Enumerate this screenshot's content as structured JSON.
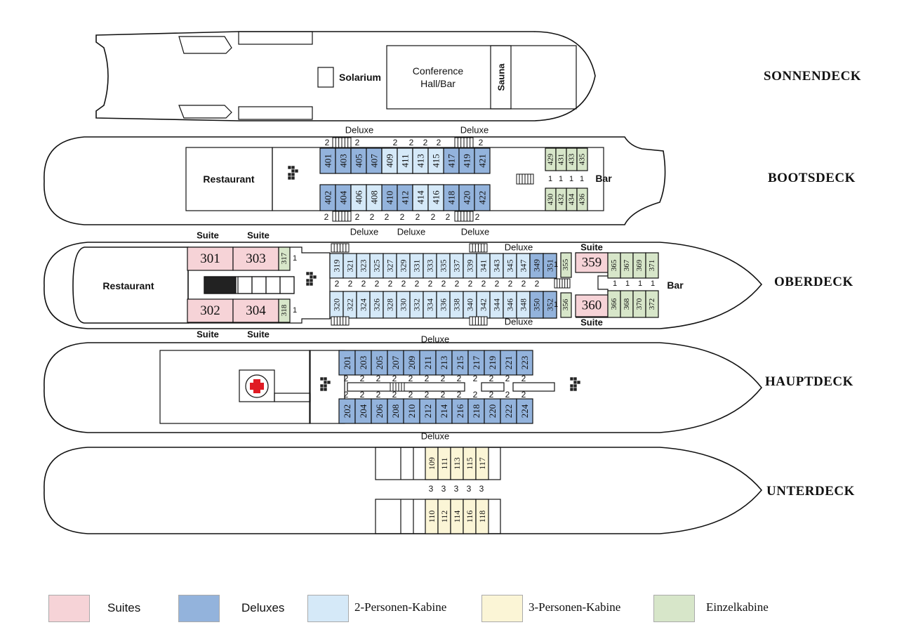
{
  "decks": {
    "sonnendeck": {
      "label": "SONNENDECK"
    },
    "bootsdeck": {
      "label": "BOOTSDECK"
    },
    "oberdeck": {
      "label": "OBERDECK"
    },
    "hauptdeck": {
      "label": "HAUPTDECK"
    },
    "unterdeck": {
      "label": "UNTERDECK"
    }
  },
  "areas": {
    "solarium": "Solarium",
    "conference_line1": "Conference",
    "conference_line2": "Hall/Bar",
    "sauna": "Sauna",
    "restaurant": "Restaurant",
    "bar": "Bar"
  },
  "class_labels": {
    "deluxe": "Deluxe",
    "suite": "Suite"
  },
  "colors": {
    "suite": "#f6d3d7",
    "deluxe": "#93b3dc",
    "two_person": "#d5e9f8",
    "three_person": "#fbf5d6",
    "single": "#d7e6c9"
  },
  "cabins": {
    "boot_top": [
      "401",
      "403",
      "405",
      "407",
      "409",
      "411",
      "413",
      "415",
      "417",
      "419",
      "421"
    ],
    "boot_bottom": [
      "402",
      "404",
      "406",
      "408",
      "410",
      "412",
      "414",
      "416",
      "418",
      "420",
      "422"
    ],
    "boot_single_top": [
      "429",
      "431",
      "433",
      "435"
    ],
    "boot_single_bottom": [
      "430",
      "432",
      "434",
      "436"
    ],
    "ober_suites_top": [
      "301",
      "303"
    ],
    "ober_suites_bottom": [
      "302",
      "304"
    ],
    "ober_single_left": [
      "317",
      "318"
    ],
    "ober_top": [
      "319",
      "321",
      "323",
      "325",
      "327",
      "329",
      "331",
      "333",
      "335",
      "337",
      "339",
      "341",
      "343",
      "345",
      "347",
      "349",
      "351"
    ],
    "ober_bottom": [
      "320",
      "322",
      "324",
      "326",
      "328",
      "330",
      "332",
      "334",
      "336",
      "338",
      "340",
      "342",
      "344",
      "346",
      "348",
      "350",
      "352"
    ],
    "ober_single_mid": [
      "355",
      "356"
    ],
    "ober_suites_right": [
      "359",
      "360"
    ],
    "ober_single_top_right": [
      "365",
      "367",
      "369",
      "371"
    ],
    "ober_single_bottom_right": [
      "366",
      "368",
      "370",
      "372"
    ],
    "haupt_top": [
      "201",
      "203",
      "205",
      "207",
      "209",
      "211",
      "213",
      "215",
      "217",
      "219",
      "221",
      "223"
    ],
    "haupt_bottom": [
      "202",
      "204",
      "206",
      "208",
      "210",
      "212",
      "214",
      "216",
      "218",
      "220",
      "222",
      "224"
    ],
    "unter_top": [
      "109",
      "111",
      "113",
      "115",
      "117"
    ],
    "unter_bottom": [
      "110",
      "112",
      "114",
      "116",
      "118"
    ]
  },
  "capacity": {
    "two": "2",
    "one": "1",
    "three": "3"
  },
  "legend": [
    {
      "label": "Suites",
      "color": "#f6d3d7"
    },
    {
      "label": "Deluxes",
      "color": "#93b3dc"
    },
    {
      "label": "2-Personen-Kabine",
      "color": "#d5e9f8"
    },
    {
      "label": "3-Personen-Kabine",
      "color": "#fbf5d6"
    },
    {
      "label": "Einzelkabine",
      "color": "#d7e6c9"
    }
  ]
}
